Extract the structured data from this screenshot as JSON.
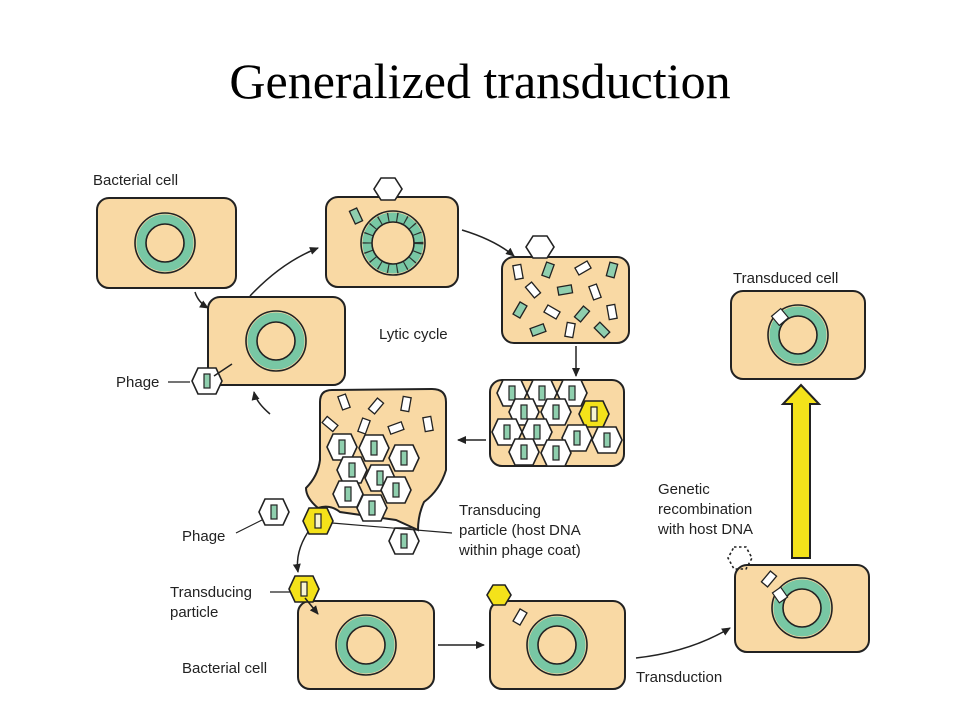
{
  "title": "Generalized transduction",
  "labels": {
    "bacterial_cell_top": "Bacterial cell",
    "lytic_cycle": "Lytic cycle",
    "phage_left": "Phage",
    "phage_lower": "Phage",
    "transducing_particle_desc_1": "Transducing",
    "transducing_particle_desc_2": "particle (host DNA",
    "transducing_particle_desc_3": "within phage coat)",
    "transducing_particle_1": "Transducing",
    "transducing_particle_2": "particle",
    "bacterial_cell_bottom": "Bacterial cell",
    "transduction": "Transduction",
    "genetic_recombination_1": "Genetic",
    "genetic_recombination_2": "recombination",
    "genetic_recombination_3": "with host DNA",
    "transduced_cell": "Transduced cell"
  },
  "colors": {
    "cell_fill": "#f9d9a4",
    "dna_ring": "#78c7a4",
    "transducing_yellow": "#f4e21a",
    "outline": "#222222"
  }
}
